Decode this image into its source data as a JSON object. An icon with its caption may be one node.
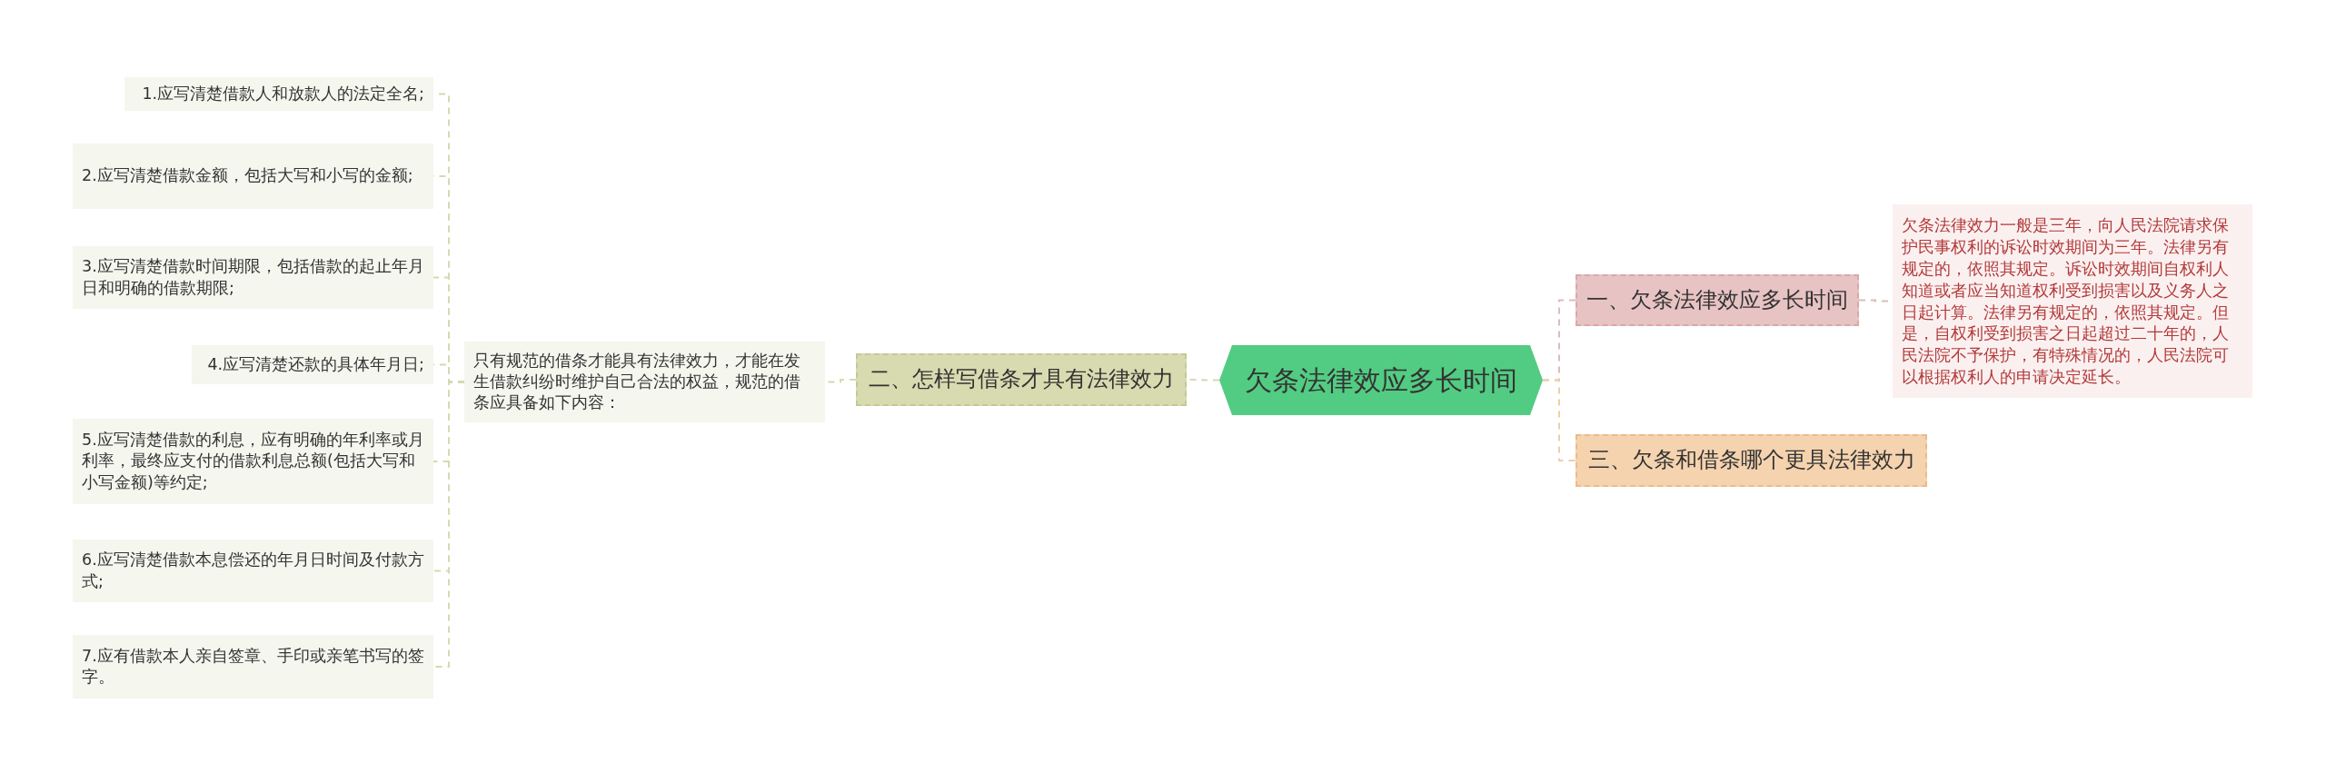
{
  "diagram": {
    "nodes": [
      {
        "text": [
          "欠条法律效应多长时间"
        ]
      },
      {
        "text": [
          "二、怎样写借条才具有法律效力"
        ]
      },
      {
        "text": [
          "只有规范的借条才能具有法律效力，才能在发生借款纠纷时维护自己合法的权益，规范的借条应具备如下内容："
        ]
      },
      {
        "text": [
          "1.应写清楚借款人和放款人的法定全名;"
        ]
      },
      {
        "text": [
          "2.应写清楚借款金额，包括大写和小写的金额;"
        ]
      },
      {
        "text": [
          "3.应写清楚借款时间期限，包括借款的起止年月日和明确的借款期限;"
        ]
      },
      {
        "text": [
          "4.应写清楚还款的具体年月日;"
        ]
      },
      {
        "text": [
          "5.应写清楚借款的利息，应有明确的年利率或月利率，最终应支付的借款利息总额(包括大写和小写金额)等约定;"
        ]
      },
      {
        "text": [
          "6.应写清楚借款本息偿还的年月日时间及付款方式;"
        ]
      },
      {
        "text": [
          "7.应有借款本人亲自签章、手印或亲笔书写的签字。"
        ]
      },
      {
        "text": [
          "一、欠条法律效应多长时间"
        ]
      },
      {
        "text": [
          "欠条法律效力一般是三年，向人民法院请求保护民事权利的诉讼时效期间为三年。法律另有规定的，依照其规定。诉讼时效期间自权利人知道或者应当知道权利受到损害以及义务人之日起计算。法律另有规定的，依照其规定。但是，自权利受到损害之日起超过二十年的，人民法院不予保护，有特殊情况的，人民法院可以根据权利人的申请决定延长。"
        ]
      },
      {
        "text": [
          "三、欠条和借条哪个更具法律效力"
        ]
      }
    ],
    "edges": [
      {
        "from": 0,
        "to": 1,
        "arrow": "none"
      },
      {
        "from": 1,
        "to": 2,
        "arrow": "none"
      },
      {
        "from": 2,
        "to": 3,
        "arrow": "none"
      },
      {
        "from": 2,
        "to": 4,
        "arrow": "none"
      },
      {
        "from": 2,
        "to": 5,
        "arrow": "none"
      },
      {
        "from": 2,
        "to": 6,
        "arrow": "none"
      },
      {
        "from": 2,
        "to": 7,
        "arrow": "none"
      },
      {
        "from": 2,
        "to": 8,
        "arrow": "none"
      },
      {
        "from": 2,
        "to": 9,
        "arrow": "none"
      },
      {
        "from": 0,
        "to": 10,
        "arrow": "none",
        "color": "#dcbcbc"
      },
      {
        "from": 10,
        "to": 11,
        "arrow": "none",
        "color": "#dcbcbc"
      },
      {
        "from": 0,
        "to": 12,
        "arrow": "none",
        "color": "#efcfa6"
      }
    ]
  }
}
